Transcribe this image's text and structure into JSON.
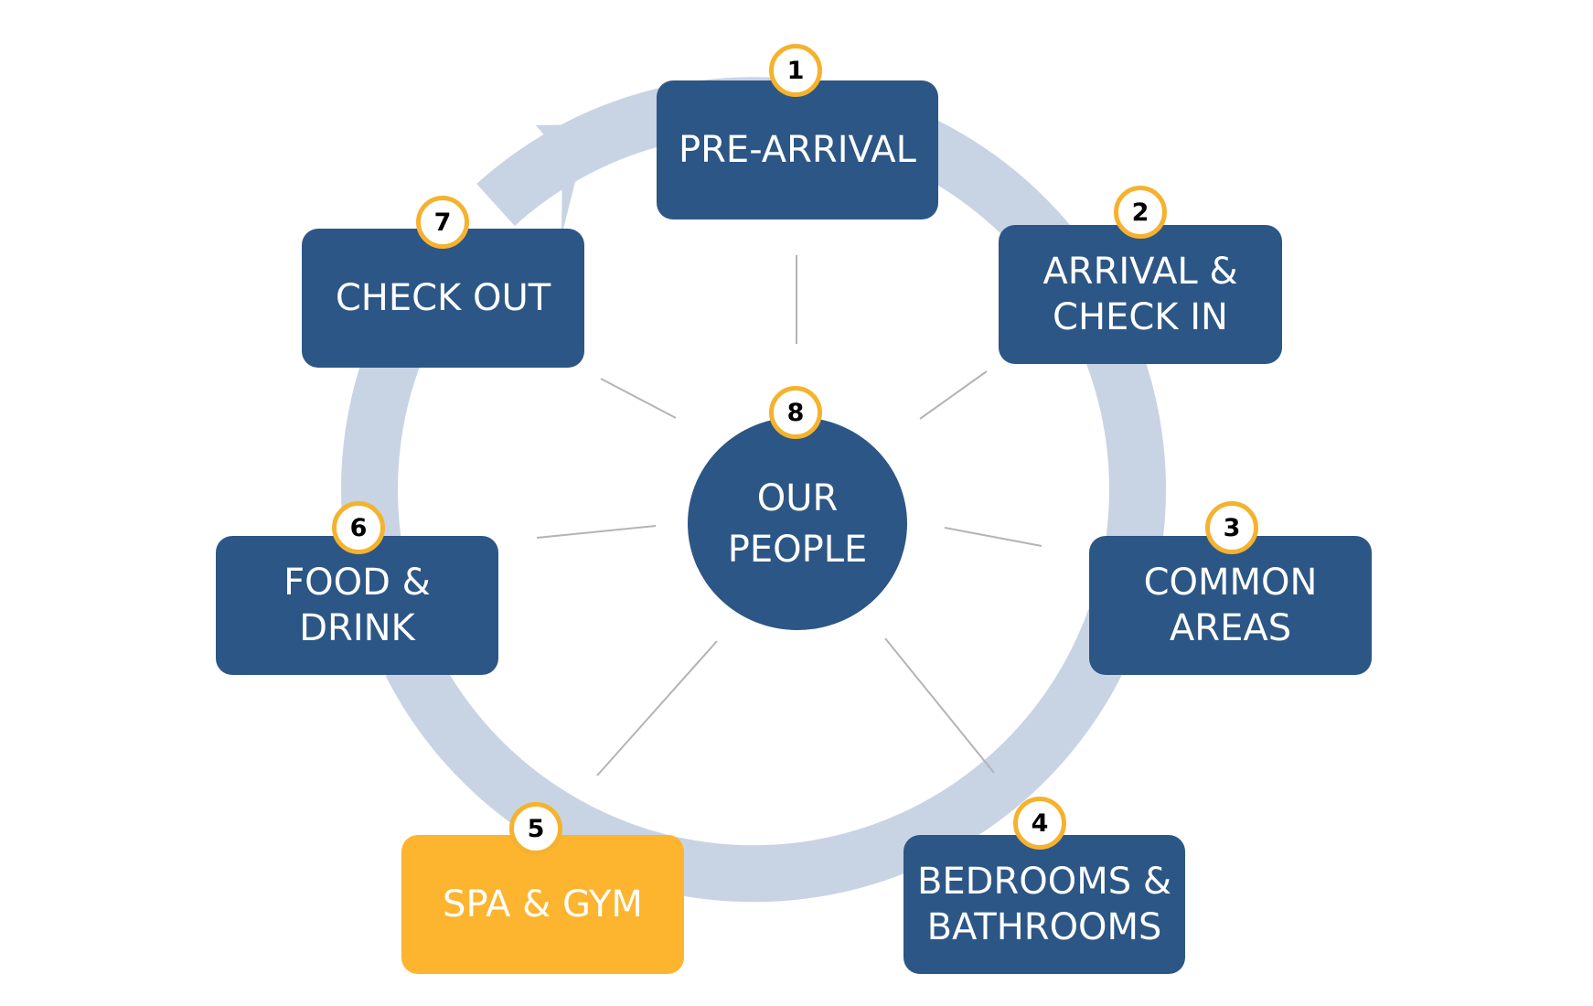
{
  "colors": {
    "box_fill": "#2c5685",
    "highlight_fill": "#fdb42e",
    "ring": "#c8d4e4",
    "badge_border": "#f5b22e",
    "connector": "#b4b4b4"
  },
  "center": {
    "number": "8",
    "label": "OUR\nPEOPLE"
  },
  "stages": [
    {
      "number": "1",
      "label": "PRE-ARRIVAL",
      "highlighted": false
    },
    {
      "number": "2",
      "label": "ARRIVAL &\nCHECK IN",
      "highlighted": false
    },
    {
      "number": "3",
      "label": "COMMON\nAREAS",
      "highlighted": false
    },
    {
      "number": "4",
      "label": "BEDROOMS &\nBATHROOMS",
      "highlighted": false
    },
    {
      "number": "5",
      "label": "SPA & GYM",
      "highlighted": true
    },
    {
      "number": "6",
      "label": "FOOD &\nDRINK",
      "highlighted": false
    },
    {
      "number": "7",
      "label": "CHECK OUT",
      "highlighted": false
    }
  ]
}
